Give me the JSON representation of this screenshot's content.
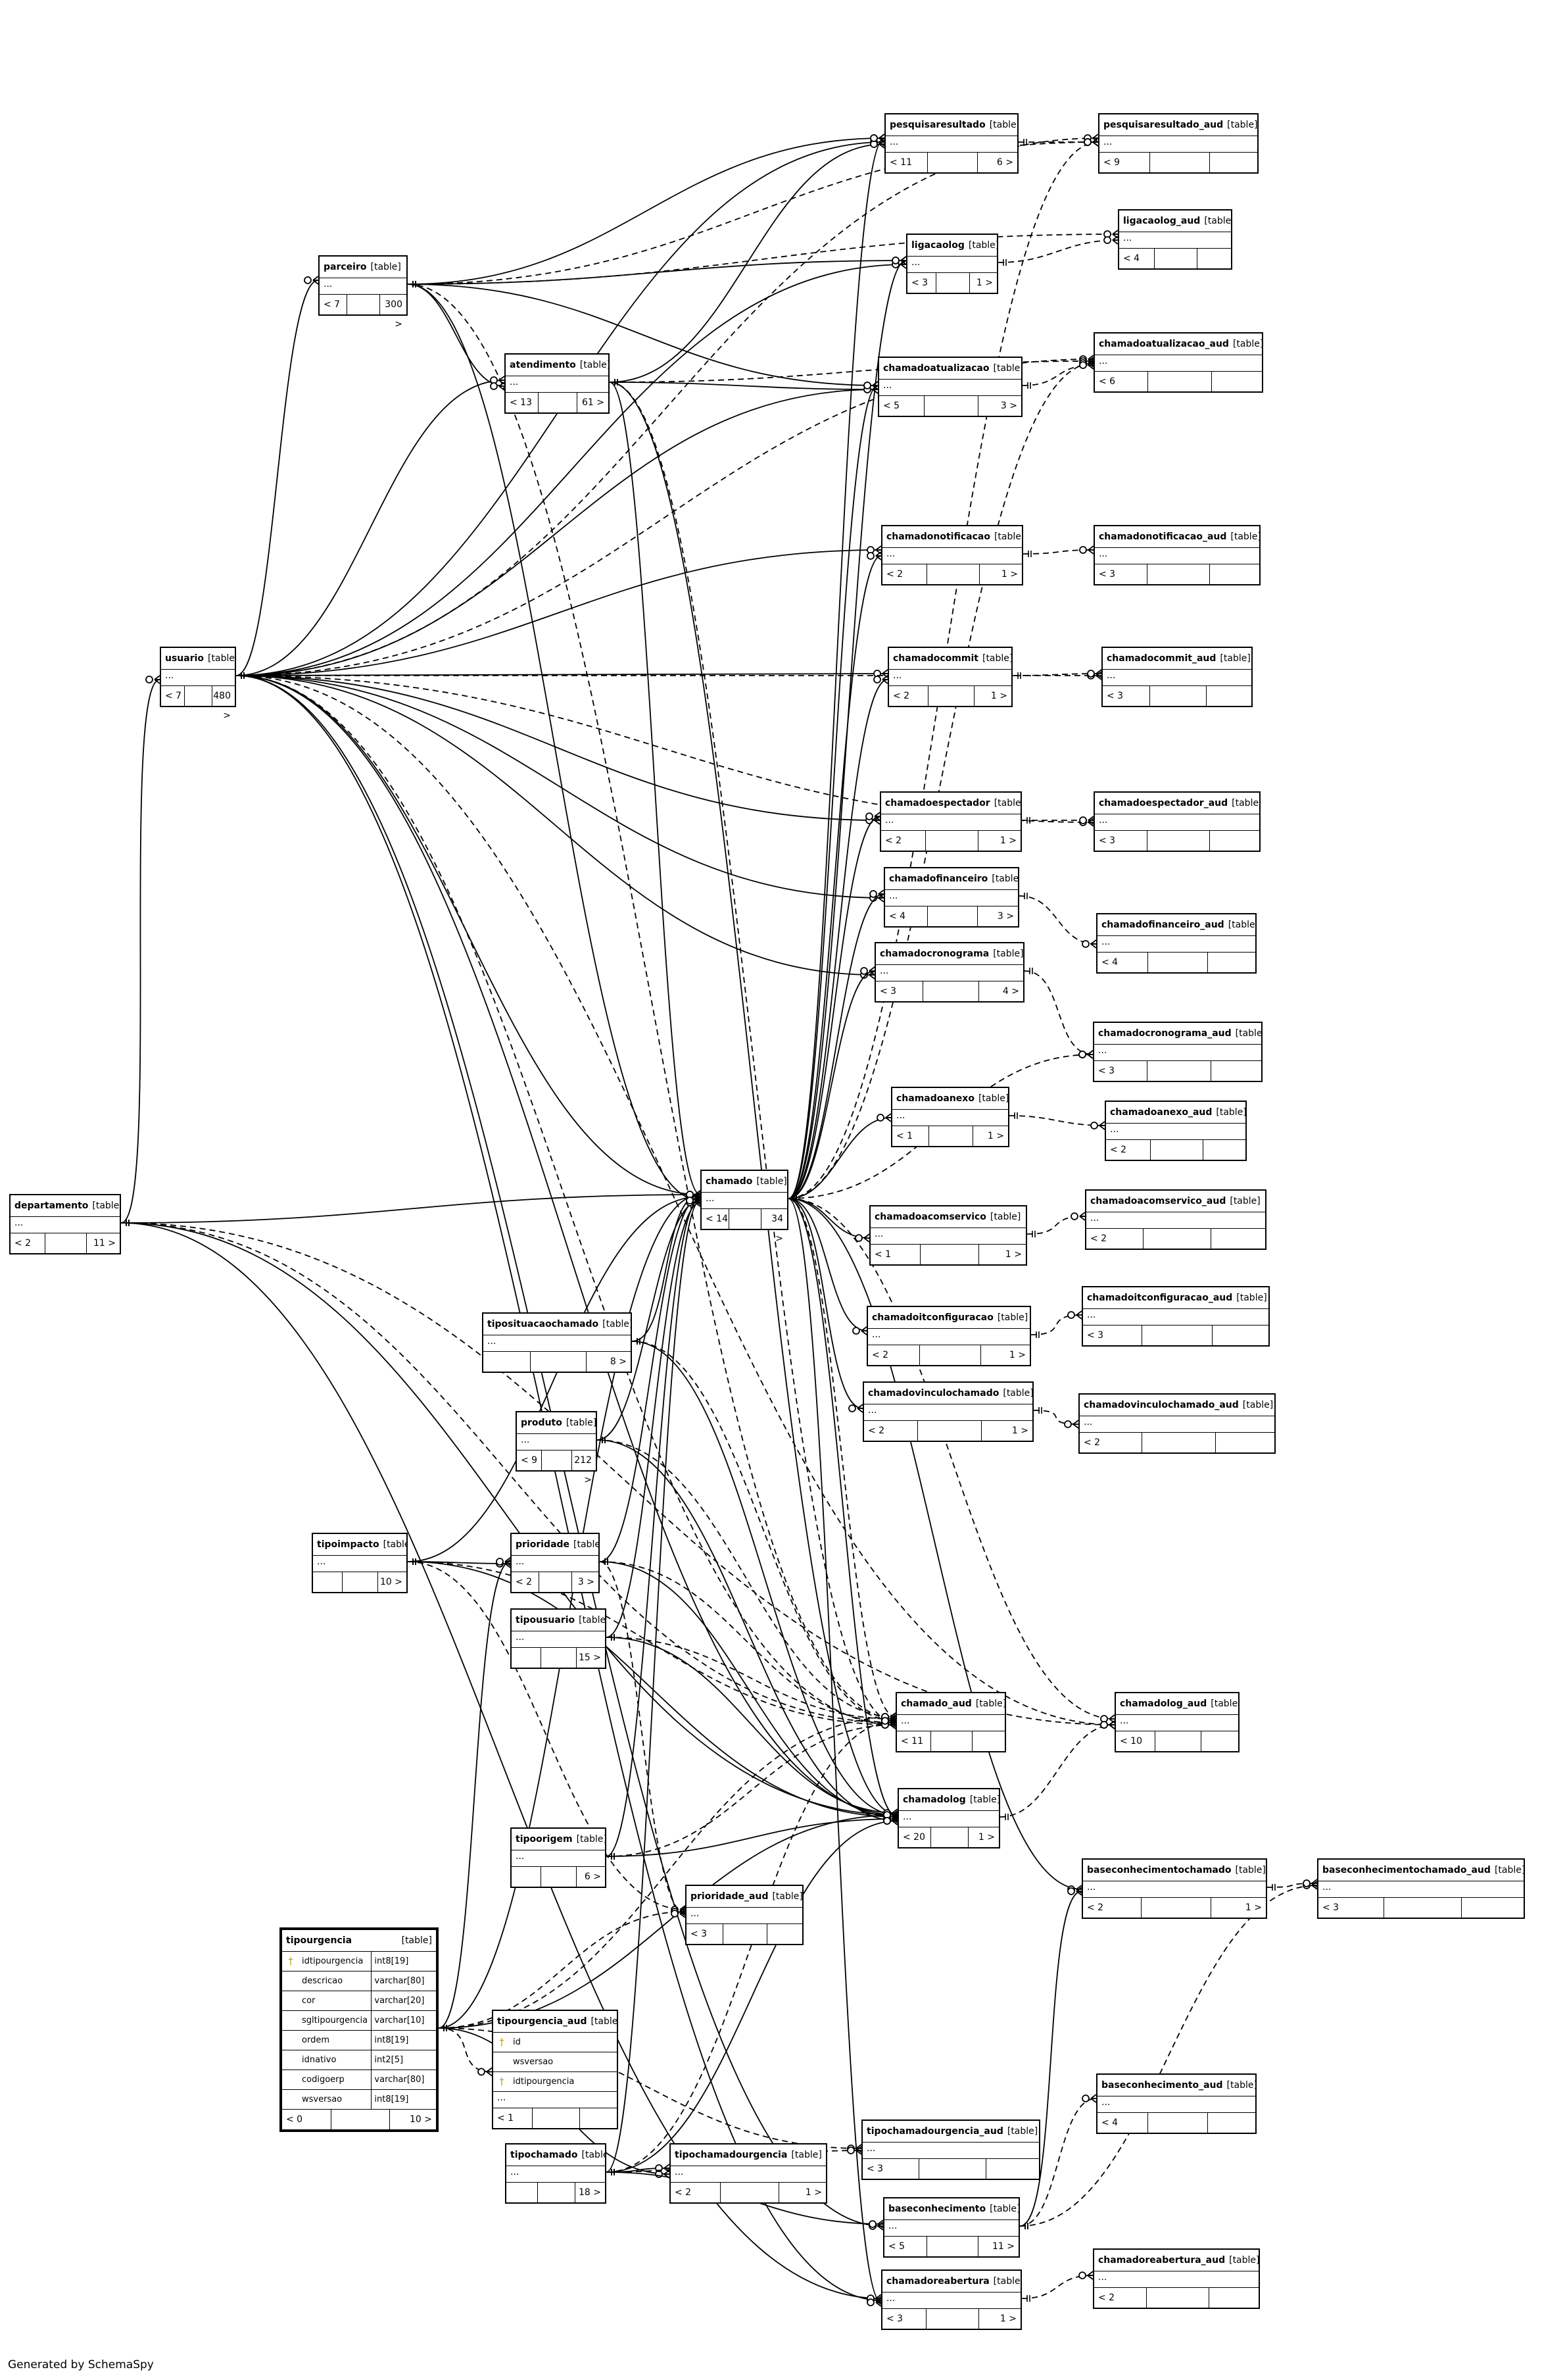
{
  "footer": "Generated by SchemaSpy",
  "tag": "[table]",
  "ellipsis": "...",
  "tables": [
    {
      "id": "pesquisaresultado",
      "name": "pesquisaresultado",
      "left": "< 11",
      "right": "6 >"
    },
    {
      "id": "pesquisaresultado_aud",
      "name": "pesquisaresultado_aud",
      "left": "< 9",
      "right": ""
    },
    {
      "id": "ligacaolog",
      "name": "ligacaolog",
      "left": "< 3",
      "right": "1 >"
    },
    {
      "id": "ligacaolog_aud",
      "name": "ligacaolog_aud",
      "left": "< 4",
      "right": ""
    },
    {
      "id": "parceiro",
      "name": "parceiro",
      "left": "< 7",
      "right": "300 >"
    },
    {
      "id": "atendimento",
      "name": "atendimento",
      "left": "< 13",
      "right": "61 >"
    },
    {
      "id": "chamadoatualizacao",
      "name": "chamadoatualizacao",
      "left": "< 5",
      "right": "3 >"
    },
    {
      "id": "chamadoatualizacao_aud",
      "name": "chamadoatualizacao_aud",
      "left": "< 6",
      "right": ""
    },
    {
      "id": "chamadonotificacao",
      "name": "chamadonotificacao",
      "left": "< 2",
      "right": "1 >"
    },
    {
      "id": "chamadonotificacao_aud",
      "name": "chamadonotificacao_aud",
      "left": "< 3",
      "right": ""
    },
    {
      "id": "usuario",
      "name": "usuario",
      "left": "< 7",
      "right": "480 >"
    },
    {
      "id": "chamadocommit",
      "name": "chamadocommit",
      "left": "< 2",
      "right": "1 >"
    },
    {
      "id": "chamadocommit_aud",
      "name": "chamadocommit_aud",
      "left": "< 3",
      "right": ""
    },
    {
      "id": "chamadoespectador",
      "name": "chamadoespectador",
      "left": "< 2",
      "right": "1 >"
    },
    {
      "id": "chamadoespectador_aud",
      "name": "chamadoespectador_aud",
      "left": "< 3",
      "right": ""
    },
    {
      "id": "chamadofinanceiro",
      "name": "chamadofinanceiro",
      "left": "< 4",
      "right": "3 >"
    },
    {
      "id": "chamadofinanceiro_aud",
      "name": "chamadofinanceiro_aud",
      "left": "< 4",
      "right": ""
    },
    {
      "id": "chamadocronograma",
      "name": "chamadocronograma",
      "left": "< 3",
      "right": "4 >"
    },
    {
      "id": "chamadocronograma_aud",
      "name": "chamadocronograma_aud",
      "left": "< 3",
      "right": ""
    },
    {
      "id": "chamadoanexo",
      "name": "chamadoanexo",
      "left": "< 1",
      "right": "1 >"
    },
    {
      "id": "chamadoanexo_aud",
      "name": "chamadoanexo_aud",
      "left": "< 2",
      "right": ""
    },
    {
      "id": "departamento",
      "name": "departamento",
      "left": "< 2",
      "right": "11 >"
    },
    {
      "id": "chamado",
      "name": "chamado",
      "left": "< 14",
      "right": "34 >"
    },
    {
      "id": "chamadoacomservico",
      "name": "chamadoacomservico",
      "left": "< 1",
      "right": "1 >"
    },
    {
      "id": "chamadoacomservico_aud",
      "name": "chamadoacomservico_aud",
      "left": "< 2",
      "right": ""
    },
    {
      "id": "tiposituacaochamado",
      "name": "tiposituacaochamado",
      "left": "",
      "right": "8 >"
    },
    {
      "id": "chamadoitconfiguracao",
      "name": "chamadoitconfiguracao",
      "left": "< 2",
      "right": "1 >"
    },
    {
      "id": "chamadoitconfiguracao_aud",
      "name": "chamadoitconfiguracao_aud",
      "left": "< 3",
      "right": ""
    },
    {
      "id": "chamadovinculochamado",
      "name": "chamadovinculochamado",
      "left": "< 2",
      "right": "1 >"
    },
    {
      "id": "chamadovinculochamado_aud",
      "name": "chamadovinculochamado_aud",
      "left": "< 2",
      "right": ""
    },
    {
      "id": "produto",
      "name": "produto",
      "left": "< 9",
      "right": "212 >"
    },
    {
      "id": "tipoimpacto",
      "name": "tipoimpacto",
      "left": "",
      "right": "10 >"
    },
    {
      "id": "prioridade",
      "name": "prioridade",
      "left": "< 2",
      "right": "3 >"
    },
    {
      "id": "tipousuario",
      "name": "tipousuario",
      "left": "",
      "right": "15 >"
    },
    {
      "id": "chamado_aud",
      "name": "chamado_aud",
      "left": "< 11",
      "right": ""
    },
    {
      "id": "chamadolog_aud",
      "name": "chamadolog_aud",
      "left": "< 10",
      "right": ""
    },
    {
      "id": "chamadolog",
      "name": "chamadolog",
      "left": "< 20",
      "right": "1 >"
    },
    {
      "id": "tipoorigem",
      "name": "tipoorigem",
      "left": "",
      "right": "6 >"
    },
    {
      "id": "baseconhecimentochamado",
      "name": "baseconhecimentochamado",
      "left": "< 2",
      "right": "1 >"
    },
    {
      "id": "baseconhecimentochamado_aud",
      "name": "baseconhecimentochamado_aud",
      "left": "< 3",
      "right": ""
    },
    {
      "id": "prioridade_aud",
      "name": "prioridade_aud",
      "left": "< 3",
      "right": ""
    },
    {
      "id": "tipourgencia_aud",
      "name": "tipourgencia_aud",
      "left": "< 1",
      "right": ""
    },
    {
      "id": "baseconhecimento_aud",
      "name": "baseconhecimento_aud",
      "left": "< 4",
      "right": ""
    },
    {
      "id": "tipochamado",
      "name": "tipochamado",
      "left": "",
      "right": "18 >"
    },
    {
      "id": "tipochamadourgencia",
      "name": "tipochamadourgencia",
      "left": "< 2",
      "right": "1 >"
    },
    {
      "id": "tipochamadourgencia_aud",
      "name": "tipochamadourgencia_aud",
      "left": "< 3",
      "right": ""
    },
    {
      "id": "baseconhecimento",
      "name": "baseconhecimento",
      "left": "< 5",
      "right": "11 >"
    },
    {
      "id": "chamadoreabertura",
      "name": "chamadoreabertura",
      "left": "< 3",
      "right": "1 >"
    },
    {
      "id": "chamadoreabertura_aud",
      "name": "chamadoreabertura_aud",
      "left": "< 2",
      "right": ""
    }
  ],
  "tipourgencia": {
    "name": "tipourgencia",
    "left": "< 0",
    "right": "10 >",
    "columns": [
      {
        "key": true,
        "name": "idtipourgencia",
        "type": "int8[19]"
      },
      {
        "key": false,
        "name": "descricao",
        "type": "varchar[80]"
      },
      {
        "key": false,
        "name": "cor",
        "type": "varchar[20]"
      },
      {
        "key": false,
        "name": "sgltipourgencia",
        "type": "varchar[10]"
      },
      {
        "key": false,
        "name": "ordem",
        "type": "int8[19]"
      },
      {
        "key": false,
        "name": "idnativo",
        "type": "int2[5]"
      },
      {
        "key": false,
        "name": "codigoerp",
        "type": "varchar[80]"
      },
      {
        "key": false,
        "name": "wsversao",
        "type": "int8[19]"
      }
    ]
  },
  "tipourgencia_aud_cols": [
    {
      "key": true,
      "name": "id"
    },
    {
      "key": false,
      "name": "wsversao"
    },
    {
      "key": true,
      "name": "idtipourgencia"
    }
  ],
  "relations": [
    [
      "usuario",
      "parceiro",
      "s"
    ],
    [
      "usuario",
      "atendimento",
      "s"
    ],
    [
      "usuario",
      "pesquisaresultado",
      "s"
    ],
    [
      "usuario",
      "ligacaolog",
      "s"
    ],
    [
      "usuario",
      "chamadoatualizacao",
      "s"
    ],
    [
      "usuario",
      "chamadonotificacao",
      "s"
    ],
    [
      "usuario",
      "chamadocommit",
      "s"
    ],
    [
      "usuario",
      "chamadoespectador",
      "s"
    ],
    [
      "usuario",
      "chamadofinanceiro",
      "s"
    ],
    [
      "usuario",
      "chamadocronograma",
      "s"
    ],
    [
      "usuario",
      "chamado",
      "s"
    ],
    [
      "usuario",
      "chamadolog",
      "s"
    ],
    [
      "usuario",
      "baseconhecimento",
      "s"
    ],
    [
      "usuario",
      "chamadoreabertura",
      "s"
    ],
    [
      "usuario",
      "chamado_aud",
      "d"
    ],
    [
      "usuario",
      "pesquisaresultado_aud",
      "d"
    ],
    [
      "usuario",
      "chamadoatualizacao_aud",
      "d"
    ],
    [
      "usuario",
      "chamadocommit_aud",
      "d"
    ],
    [
      "usuario",
      "chamadoespectador_aud",
      "d"
    ],
    [
      "usuario",
      "chamadolog_aud",
      "d"
    ],
    [
      "parceiro",
      "pesquisaresultado",
      "s"
    ],
    [
      "parceiro",
      "ligacaolog",
      "s"
    ],
    [
      "parceiro",
      "chamadoatualizacao",
      "s"
    ],
    [
      "parceiro",
      "chamado",
      "s"
    ],
    [
      "parceiro",
      "atendimento",
      "s"
    ],
    [
      "parceiro",
      "ligacaolog_aud",
      "d"
    ],
    [
      "parceiro",
      "chamado_aud",
      "d"
    ],
    [
      "parceiro",
      "pesquisaresultado_aud",
      "d"
    ],
    [
      "atendimento",
      "pesquisaresultado",
      "s"
    ],
    [
      "atendimento",
      "chamadoatualizacao",
      "s"
    ],
    [
      "atendimento",
      "chamado",
      "s"
    ],
    [
      "atendimento",
      "chamadolog",
      "s"
    ],
    [
      "atendimento",
      "chamadoatualizacao_aud",
      "d"
    ],
    [
      "atendimento",
      "chamado_aud",
      "d"
    ],
    [
      "departamento",
      "usuario",
      "s"
    ],
    [
      "departamento",
      "chamado",
      "s"
    ],
    [
      "departamento",
      "chamadolog",
      "s"
    ],
    [
      "departamento",
      "chamadoreabertura",
      "s"
    ],
    [
      "departamento",
      "chamado_aud",
      "d"
    ],
    [
      "departamento",
      "chamadolog_aud",
      "d"
    ],
    [
      "chamado",
      "pesquisaresultado",
      "s"
    ],
    [
      "chamado",
      "ligacaolog",
      "s"
    ],
    [
      "chamado",
      "chamadoatualizacao",
      "s"
    ],
    [
      "chamado",
      "chamadonotificacao",
      "s"
    ],
    [
      "chamado",
      "chamadocommit",
      "s"
    ],
    [
      "chamado",
      "chamadoespectador",
      "s"
    ],
    [
      "chamado",
      "chamadofinanceiro",
      "s"
    ],
    [
      "chamado",
      "chamadocronograma",
      "s"
    ],
    [
      "chamado",
      "chamadoanexo",
      "s"
    ],
    [
      "chamado",
      "chamadoacomservico",
      "s"
    ],
    [
      "chamado",
      "chamadoitconfiguracao",
      "s"
    ],
    [
      "chamado",
      "chamadovinculochamado",
      "s"
    ],
    [
      "chamado",
      "chamadolog",
      "s"
    ],
    [
      "chamado",
      "baseconhecimentochamado",
      "s"
    ],
    [
      "chamado",
      "chamadoreabertura",
      "s"
    ],
    [
      "chamado",
      "chamado_aud",
      "d"
    ],
    [
      "chamado",
      "chamadolog_aud",
      "d"
    ],
    [
      "chamado",
      "pesquisaresultado_aud",
      "d"
    ],
    [
      "chamado",
      "chamadoatualizacao_aud",
      "d"
    ],
    [
      "chamado",
      "chamadocronograma_aud",
      "d"
    ],
    [
      "tiposituacaochamado",
      "chamado",
      "s"
    ],
    [
      "tiposituacaochamado",
      "chamadolog",
      "s"
    ],
    [
      "tiposituacaochamado",
      "chamado_aud",
      "d"
    ],
    [
      "produto",
      "chamado",
      "s"
    ],
    [
      "produto",
      "chamadolog",
      "s"
    ],
    [
      "produto",
      "chamado_aud",
      "d"
    ],
    [
      "tipoimpacto",
      "chamado",
      "s"
    ],
    [
      "tipoimpacto",
      "chamadolog",
      "s"
    ],
    [
      "tipoimpacto",
      "prioridade",
      "s"
    ],
    [
      "tipoimpacto",
      "chamado_aud",
      "d"
    ],
    [
      "tipoimpacto",
      "prioridade_aud",
      "d"
    ],
    [
      "prioridade",
      "chamado",
      "s"
    ],
    [
      "prioridade",
      "chamadolog",
      "s"
    ],
    [
      "prioridade",
      "chamado_aud",
      "d"
    ],
    [
      "tipousuario",
      "chamado",
      "s"
    ],
    [
      "tipousuario",
      "chamadolog",
      "s"
    ],
    [
      "tipousuario",
      "chamado_aud",
      "d"
    ],
    [
      "tipoorigem",
      "chamado",
      "s"
    ],
    [
      "tipoorigem",
      "chamadolog",
      "s"
    ],
    [
      "tipoorigem",
      "chamado_aud",
      "d"
    ],
    [
      "tipourgencia",
      "chamado",
      "s"
    ],
    [
      "tipourgencia",
      "chamadolog",
      "s"
    ],
    [
      "tipourgencia",
      "prioridade",
      "s"
    ],
    [
      "tipourgencia",
      "tipochamadourgencia",
      "s"
    ],
    [
      "tipourgencia",
      "tipourgencia_aud",
      "d"
    ],
    [
      "tipourgencia",
      "chamado_aud",
      "d"
    ],
    [
      "tipourgencia",
      "prioridade_aud",
      "d"
    ],
    [
      "tipourgencia",
      "tipochamadourgencia_aud",
      "d"
    ],
    [
      "tipochamado",
      "chamado",
      "s"
    ],
    [
      "tipochamado",
      "chamadolog",
      "s"
    ],
    [
      "tipochamado",
      "tipochamadourgencia",
      "s"
    ],
    [
      "tipochamado",
      "baseconhecimento",
      "s"
    ],
    [
      "tipochamado",
      "chamado_aud",
      "d"
    ],
    [
      "tipochamado",
      "tipochamadourgencia_aud",
      "d"
    ],
    [
      "baseconhecimento",
      "baseconhecimentochamado",
      "s"
    ],
    [
      "baseconhecimento",
      "baseconhecimento_aud",
      "d"
    ],
    [
      "baseconhecimento",
      "baseconhecimentochamado_aud",
      "d"
    ],
    [
      "pesquisaresultado",
      "pesquisaresultado_aud",
      "d"
    ],
    [
      "ligacaolog",
      "ligacaolog_aud",
      "d"
    ],
    [
      "chamadoatualizacao",
      "chamadoatualizacao_aud",
      "d"
    ],
    [
      "chamadonotificacao",
      "chamadonotificacao_aud",
      "d"
    ],
    [
      "chamadocommit",
      "chamadocommit_aud",
      "d"
    ],
    [
      "chamadoespectador",
      "chamadoespectador_aud",
      "d"
    ],
    [
      "chamadofinanceiro",
      "chamadofinanceiro_aud",
      "d"
    ],
    [
      "chamadocronograma",
      "chamadocronograma_aud",
      "d"
    ],
    [
      "chamadoanexo",
      "chamadoanexo_aud",
      "d"
    ],
    [
      "chamadoacomservico",
      "chamadoacomservico_aud",
      "d"
    ],
    [
      "chamadoitconfiguracao",
      "chamadoitconfiguracao_aud",
      "d"
    ],
    [
      "chamadovinculochamado",
      "chamadovinculochamado_aud",
      "d"
    ],
    [
      "chamadolog",
      "chamadolog_aud",
      "d"
    ],
    [
      "baseconhecimentochamado",
      "baseconhecimentochamado_aud",
      "d"
    ],
    [
      "chamadoreabertura",
      "chamadoreabertura_aud",
      "d"
    ],
    [
      "prioridade",
      "prioridade_aud",
      "d"
    ]
  ]
}
